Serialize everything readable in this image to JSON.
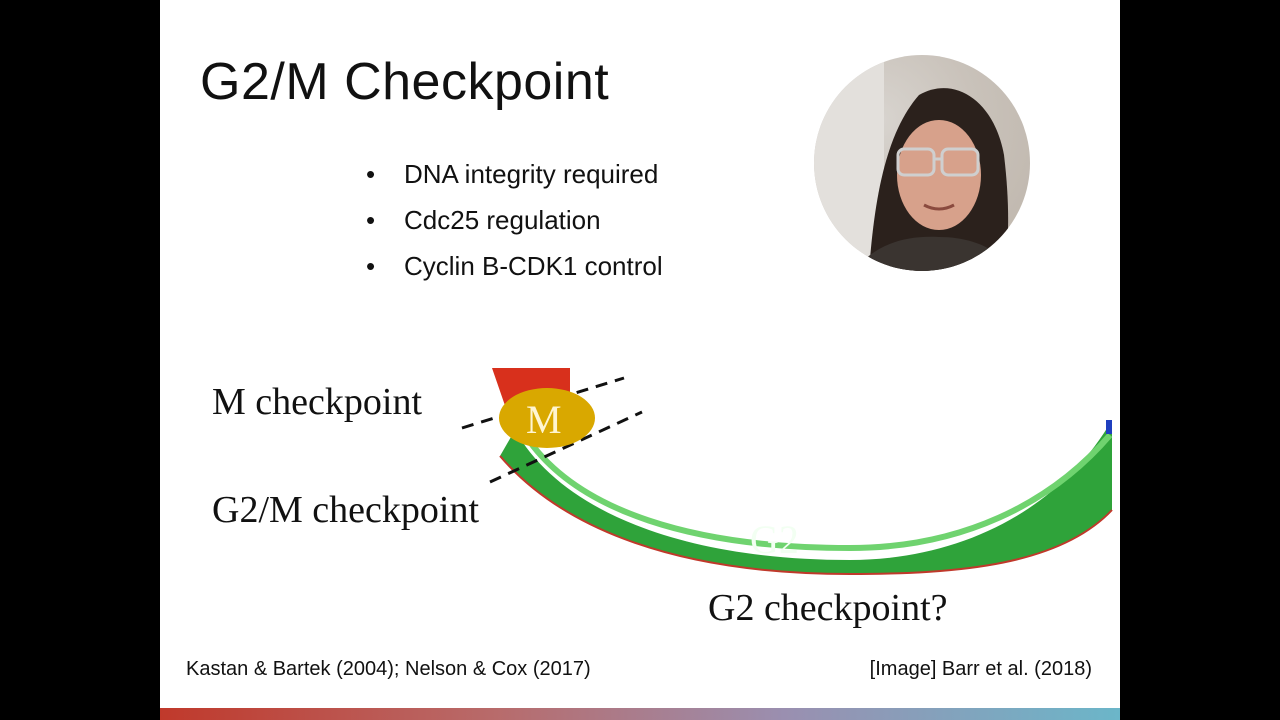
{
  "slide": {
    "title": "G2/M Checkpoint",
    "bullets": [
      "DNA integrity required",
      "Cdc25 regulation",
      "Cyclin B-CDK1 control"
    ],
    "bullet_symbol": "•"
  },
  "diagram": {
    "labels": {
      "m_checkpoint": "M checkpoint",
      "g2m_checkpoint": "G2/M checkpoint",
      "m_phase": "M",
      "g2_phase": "G2",
      "g2_checkpoint": "G2 checkpoint?"
    },
    "colors": {
      "m_phase": "#d9a800",
      "g2_band": "#2fa33a",
      "m_band": "#d8301c"
    }
  },
  "footer": {
    "left": "Kastan & Bartek (2004); Nelson & Cox (2017)",
    "right": "[Image] Barr et al. (2018)"
  }
}
